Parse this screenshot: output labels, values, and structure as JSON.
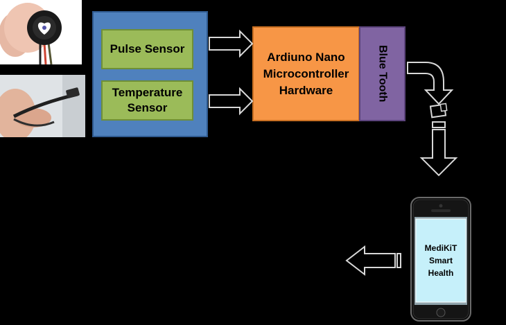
{
  "sensors": {
    "pulse_label": "Pulse Sensor",
    "temperature_label": "Temperature Sensor"
  },
  "controller": {
    "label": "Ardiuno Nano Microcontroller Hardware"
  },
  "bluetooth": {
    "label": "Blue Tooth"
  },
  "phone": {
    "screen_text": "MediKiT Smart Health"
  },
  "colors": {
    "background": "#000000",
    "sensor_group": "#4f81bd",
    "sensor_box": "#9bbb59",
    "controller": "#f79646",
    "bluetooth": "#8064a2",
    "phone_screen": "#c6f0fa",
    "arrow_fill": "#000000",
    "arrow_stroke": "#d8d8d8"
  },
  "icons": {
    "pulse_sensor_photo": "pulse-sensor-photo",
    "temperature_sensor_photo": "temperature-probe-photo",
    "phone": "smartphone-icon",
    "usb_dongle": "usb-dongle-icon"
  }
}
